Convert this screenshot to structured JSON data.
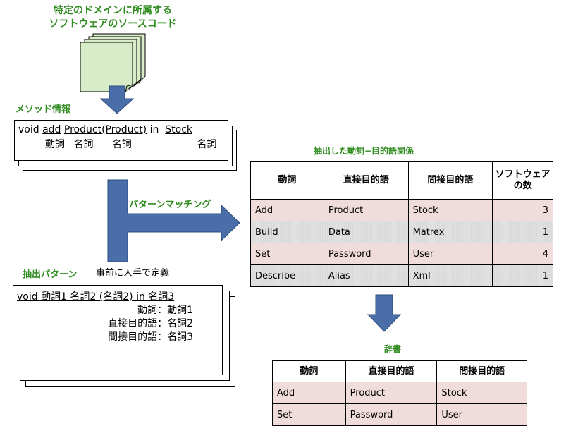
{
  "source_title": [
    "特定のドメインに所属する",
    "ソフトウェアのソースコード"
  ],
  "method_label": "メソッド情報",
  "method_line": {
    "void": "void",
    "add": "add",
    "product1": "Product",
    "paren_product": "(Product)",
    "in": "in",
    "stock": "Stock"
  },
  "method_pos": {
    "verb": "動詞",
    "noun1": "名詞",
    "noun2": "名詞",
    "noun3": "名詞"
  },
  "pattern_matching_label": "パターンマッチング",
  "extract_pattern_label": "抽出パターン",
  "predefined_label": "事前に人手で定義",
  "pattern": {
    "head": "void  動詞1 名詞2 (名詞2) in  名詞3",
    "lines": [
      "動詞：動詞1",
      "直接目的語：名詞2",
      "間接目的語：名詞3"
    ]
  },
  "relation_title": "抽出した動詞−目的語関係",
  "relation_table": {
    "headers": [
      "動詞",
      "直接目的語",
      "間接目的語",
      "ソフトウェア の数"
    ],
    "header_soft": [
      "ソフトウェア",
      "の数"
    ],
    "rows": [
      [
        "Add",
        "Product",
        "Stock",
        "3"
      ],
      [
        "Build",
        "Data",
        "Matrex",
        "1"
      ],
      [
        "Set",
        "Password",
        "User",
        "4"
      ],
      [
        "Describe",
        "Alias",
        "Xml",
        "1"
      ]
    ]
  },
  "dictionary_label": "辞書",
  "dictionary_table": {
    "headers": [
      "動詞",
      "直接目的語",
      "間接目的語"
    ],
    "rows": [
      [
        "Add",
        "Product",
        "Stock"
      ],
      [
        "Set",
        "Password",
        "User"
      ]
    ]
  },
  "colors": {
    "label_green": "#2e8b1e",
    "arrow_blue": "#4a6fa8",
    "doc_green": "#d8ecc8",
    "row_pink": "#f1dcdc",
    "row_gray": "#d9d9d9"
  }
}
